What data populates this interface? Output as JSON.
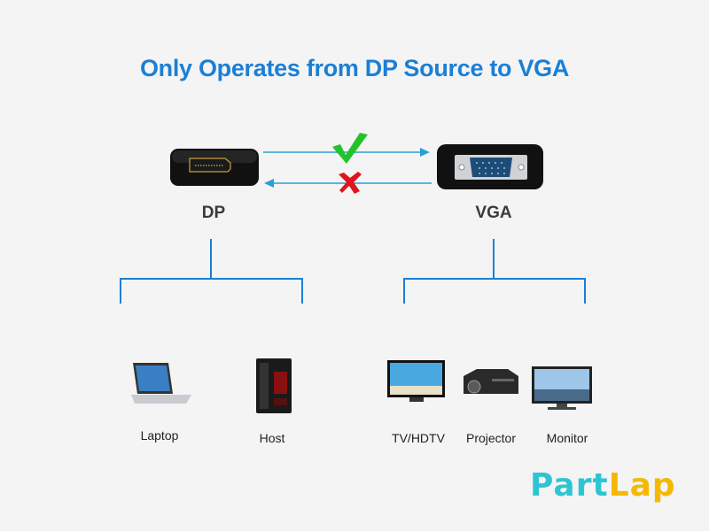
{
  "title": "Only Operates from DP Source to VGA",
  "ports": {
    "source": "DP",
    "target": "VGA"
  },
  "source_devices": [
    "Laptop",
    "Host"
  ],
  "target_devices": [
    "TV/HDTV",
    "Projector",
    "Monitor"
  ],
  "logo": {
    "part1": "Part",
    "part2": "Lap"
  },
  "colors": {
    "title": "#1b7fd6",
    "lines": "#1b7fd6",
    "arrows": "#2a9fd8",
    "check": "#22c32a",
    "cross": "#e0141e",
    "logo1": "#2ec5d3",
    "logo2": "#f5b800"
  }
}
